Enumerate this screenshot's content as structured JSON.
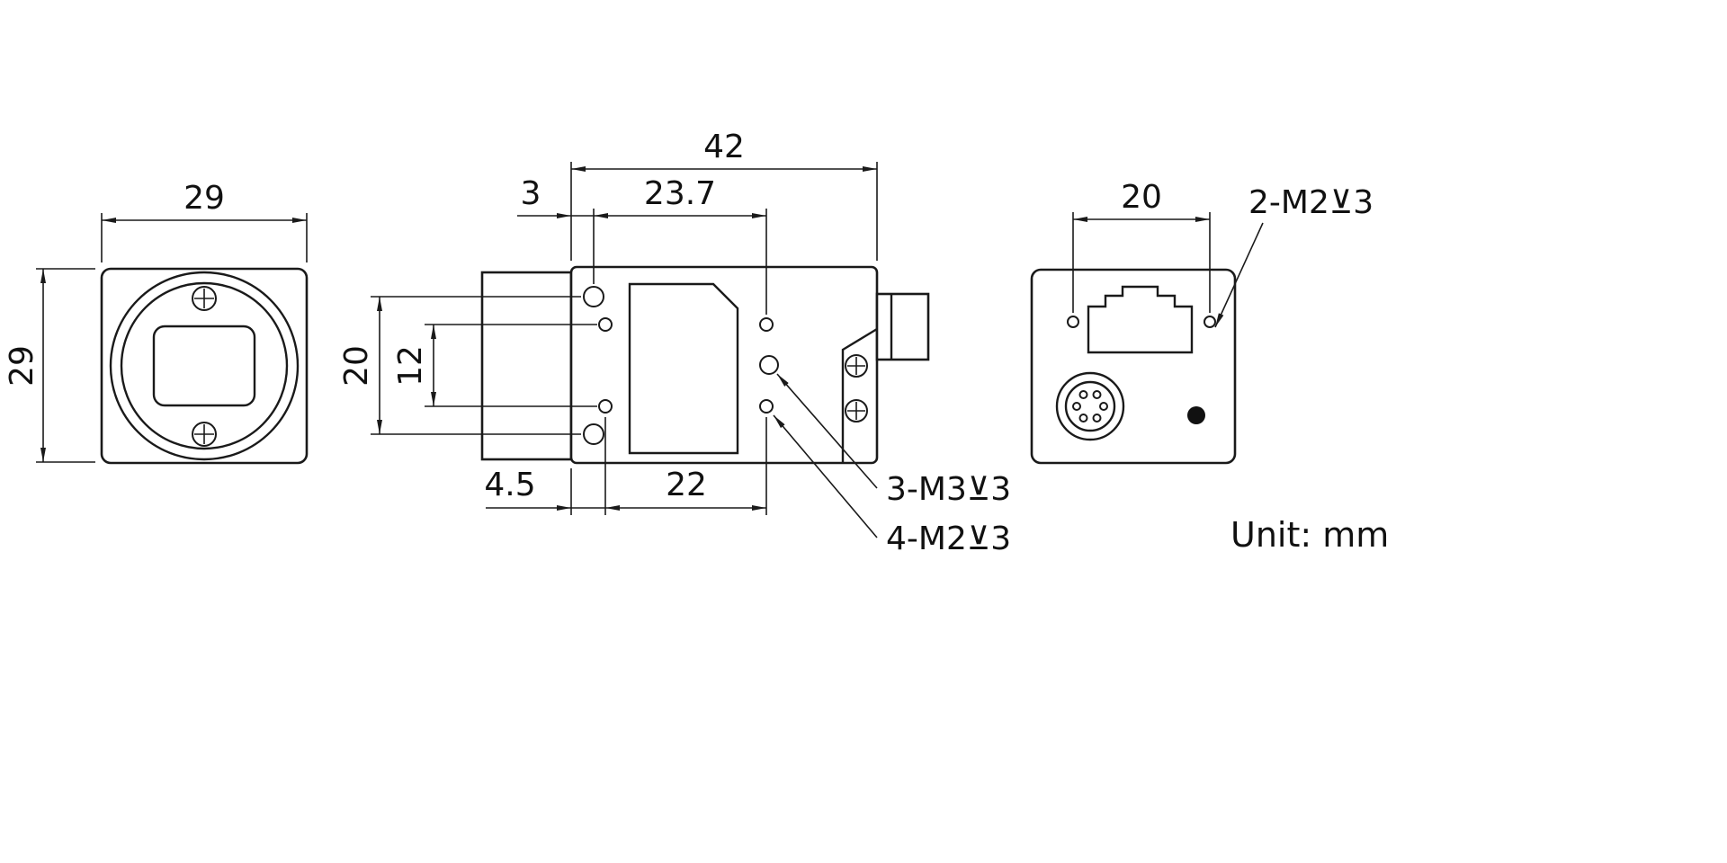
{
  "drawing": {
    "unit_label": "Unit: mm",
    "front_view": {
      "dim_width": "29",
      "dim_height": "29"
    },
    "side_view": {
      "dim_total_length": "42",
      "dim_front_offset": "3",
      "dim_top_hole_spacing": "23.7",
      "dim_vertical_hole_spacing": "20",
      "dim_inner_hole_spacing": "12",
      "dim_bottom_offset": "4.5",
      "dim_bottom_hole_spacing": "22",
      "callout_m3_holes": "3-M3⊻3",
      "callout_m2_holes": "4-M2⊻3"
    },
    "rear_view": {
      "dim_hole_spacing": "20",
      "callout_m2_holes": "2-M2⊻3"
    }
  }
}
